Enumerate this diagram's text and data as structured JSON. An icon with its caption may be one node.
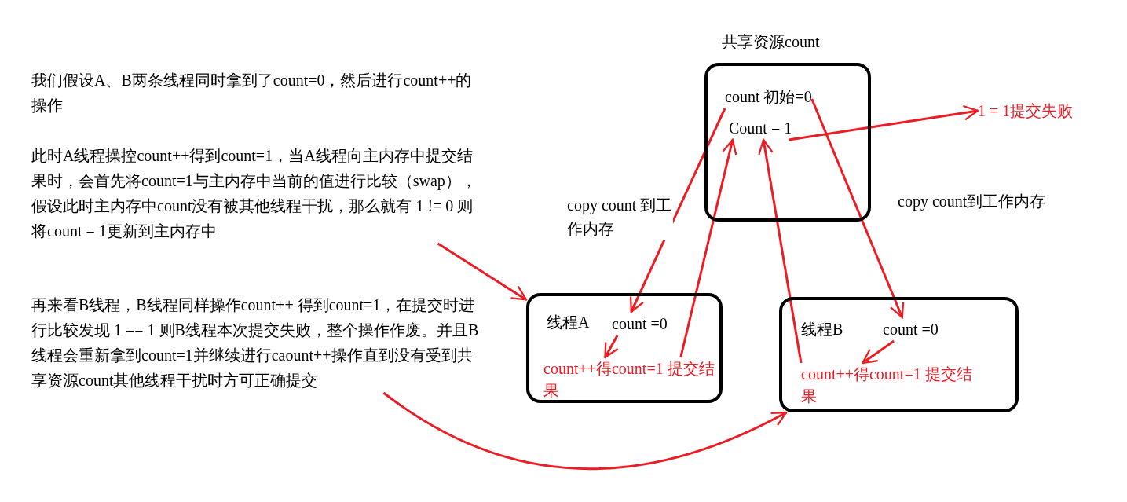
{
  "diagram": {
    "nodes": [
      {
        "text": [
          "此时A线程操控count++得到count=1，当A线程向主内存中提交结果时，会首先将count=1与主内存中当前的值进行比较（swap），假设此时主内存中count没有被其他线程干扰，那么就有 1 != 0 则将count = 1更新到主内存中"
        ]
      },
      {
        "text": [
          "再来看B线程，B线程同样操作count++ 得到count=1，在提交时进行比较发现  1 == 1 则B线程本次提交失败，整个操作作废。并且B线程会重新拿到count=1并继续进行caount++操作直到没有受到共享资源count其他线程干扰时方可正确提交"
        ]
      },
      {
        "text": [
          "共享资源count"
        ]
      },
      {
        "text": [
          "count 初始=0"
        ],
        "in": 2
      },
      {
        "text": [
          "Count = 1"
        ],
        "in": 2
      },
      {
        "text": [
          "1 = 1提交失败"
        ]
      },
      {
        "text": [
          "线程A"
        ]
      },
      {
        "text": [
          "count =0"
        ],
        "in": 6
      },
      {
        "text": [
          "count++得count=1 提交结果"
        ],
        "in": 6
      },
      {
        "text": [
          "线程B"
        ]
      },
      {
        "text": [
          "count =0"
        ],
        "in": 9
      },
      {
        "text": [
          "count++得count=1 提交结果"
        ],
        "in": 9
      }
    ],
    "edges": [
      {
        "from": 0,
        "to": 6,
        "arrow": "to"
      },
      {
        "from": 1,
        "to": 9,
        "arrow": "to"
      },
      {
        "from": 3,
        "to": 7,
        "arrow": "to",
        "label": "copy count 到工作内存"
      },
      {
        "from": 3,
        "to": 10,
        "arrow": "to",
        "label": "copy count到工作内存"
      },
      {
        "from": 8,
        "to": 4,
        "arrow": "to"
      },
      {
        "from": 11,
        "to": 4,
        "arrow": "to"
      },
      {
        "from": 4,
        "to": 5,
        "arrow": "to"
      },
      {
        "from": 7,
        "to": 8,
        "arrow": "to"
      },
      {
        "from": 10,
        "to": 11,
        "arrow": "to"
      }
    ],
    "labels": [
      "我们假设A、B两条线程同时拿到了count=0，然后进行count++的操作"
    ]
  }
}
